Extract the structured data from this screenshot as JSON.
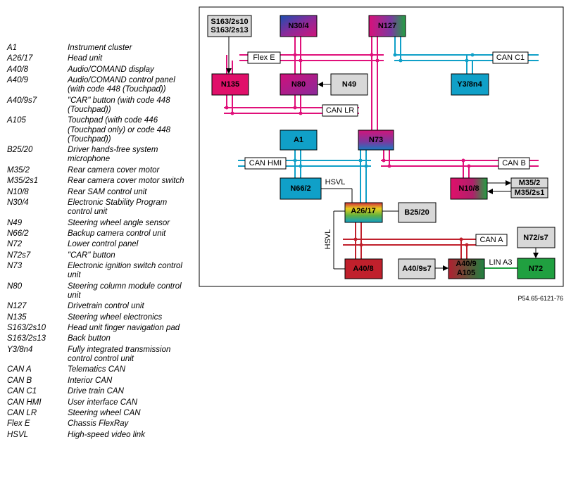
{
  "legend": [
    {
      "code": "A1",
      "desc": "Instrument cluster"
    },
    {
      "code": "A26/17",
      "desc": "Head unit"
    },
    {
      "code": "A40/8",
      "desc": "Audio/COMAND display"
    },
    {
      "code": "A40/9",
      "desc": "Audio/COMAND control panel (with code 448 (Touchpad))"
    },
    {
      "code": "A40/9s7",
      "desc": "\"CAR\" button (with code 448 (Touchpad))"
    },
    {
      "code": "A105",
      "desc": "Touchpad (with code 446 (Touchpad only) or code 448 (Touchpad))"
    },
    {
      "code": "B25/20",
      "desc": "Driver hands-free system microphone"
    },
    {
      "code": "M35/2",
      "desc": "Rear camera cover motor"
    },
    {
      "code": "M35/2s1",
      "desc": "Rear camera cover motor switch"
    },
    {
      "code": "N10/8",
      "desc": "Rear SAM control unit"
    },
    {
      "code": "N30/4",
      "desc": "Electronic Stability Program control unit"
    },
    {
      "code": "N49",
      "desc": "Steering wheel angle sensor"
    },
    {
      "code": "N66/2",
      "desc": "Backup camera control unit"
    },
    {
      "code": "N72",
      "desc": "Lower control panel"
    },
    {
      "code": "N72s7",
      "desc": "\"CAR\" button"
    },
    {
      "code": "N73",
      "desc": "Electronic ignition switch control unit"
    },
    {
      "code": "N80",
      "desc": "Steering column module control unit"
    },
    {
      "code": "N127",
      "desc": "Drivetrain control unit"
    },
    {
      "code": "N135",
      "desc": "Steering wheel electronics"
    },
    {
      "code": "S163/2s10",
      "desc": "Head unit finger navigation pad"
    },
    {
      "code": "S163/2s13",
      "desc": "Back button"
    },
    {
      "code": "Y3/8n4",
      "desc": "Fully integrated transmission control control unit"
    },
    {
      "code": "CAN A",
      "desc": "Telematics CAN"
    },
    {
      "code": "CAN B",
      "desc": "Interior CAN"
    },
    {
      "code": "CAN C1",
      "desc": "Drive train CAN"
    },
    {
      "code": "CAN HMI",
      "desc": "User interface CAN"
    },
    {
      "code": "CAN LR",
      "desc": "Steering wheel CAN"
    },
    {
      "code": "Flex E",
      "desc": "Chassis FlexRay"
    },
    {
      "code": "HSVL",
      "desc": "High-speed video link"
    }
  ],
  "diagram": {
    "boxes": {
      "s163_line1": "S163/2s10",
      "s163_line2": "S163/2s13",
      "n30_4": "N30/4",
      "n127": "N127",
      "n135": "N135",
      "n80": "N80",
      "n49": "N49",
      "y3_8n4": "Y3/8n4",
      "a1": "A1",
      "n73": "N73",
      "n66_2": "N66/2",
      "n10_8": "N10/8",
      "m35_2": "M35/2",
      "m35_2s1": "M35/2s1",
      "a26_17": "A26/17",
      "b25_20": "B25/20",
      "n72s7": "N72/s7",
      "a40_9s7": "A40/9s7",
      "a40_9": "A40/9",
      "a105": "A105",
      "a40_8": "A40/8",
      "n72": "N72"
    },
    "bus_labels": {
      "flex_e": "Flex E",
      "can_c1": "CAN C1",
      "can_lr": "CAN LR",
      "can_hmi": "CAN HMI",
      "can_b": "CAN B",
      "can_a": "CAN A",
      "hsvl_top": "HSVL",
      "hsvl_side": "HSVL",
      "lin_a3": "LIN A3"
    },
    "reference": "P54.65-6121-76"
  },
  "colors": {
    "flexray": "#e0107a",
    "can_c1": "#10a0c8",
    "can_hmi": "#10a0c8",
    "can_lr": "#e0107a",
    "can_b": "#e0107a",
    "can_a": "#c0202c",
    "lin": "#20a040"
  }
}
